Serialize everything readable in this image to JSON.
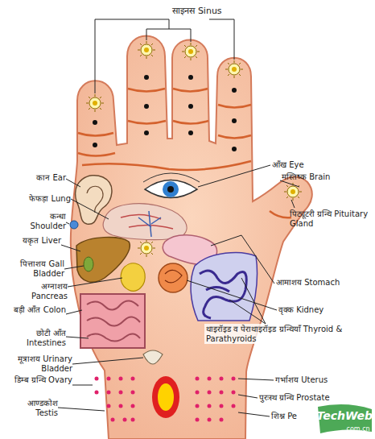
{
  "diagram": {
    "labels": [
      "साइनस Sinus",
      "कान Ear",
      "फेफड़ा Lung",
      "कन्धा Shoulder",
      "यकृत Liver",
      "पित्ताशय Gall Bladder",
      "अग्नाशय Pancreas",
      "बड़ी आँत Colon",
      "छोटी आँत Intestines",
      "मूत्राशय Urinary Bladder",
      "डिम्ब ग्रन्थि Ovary",
      "आण्डकोश Testis",
      "आँख Eye",
      "मस्तिष्क Brain",
      "पिट्यूटरी ग्रन्थि Pituitary Gland",
      "आमाशय Stomach",
      "वृक्क Kidney",
      "थाइरॉइड व पेराथाइरॉइड ग्रन्थियाँ Thyroid & Parathyroids",
      "गर्भाशय Uterus",
      "पुरःस्थ ग्रन्थि Prostate",
      "शिश्न Pe",
      "TechWeb",
      ".com.cn"
    ]
  }
}
